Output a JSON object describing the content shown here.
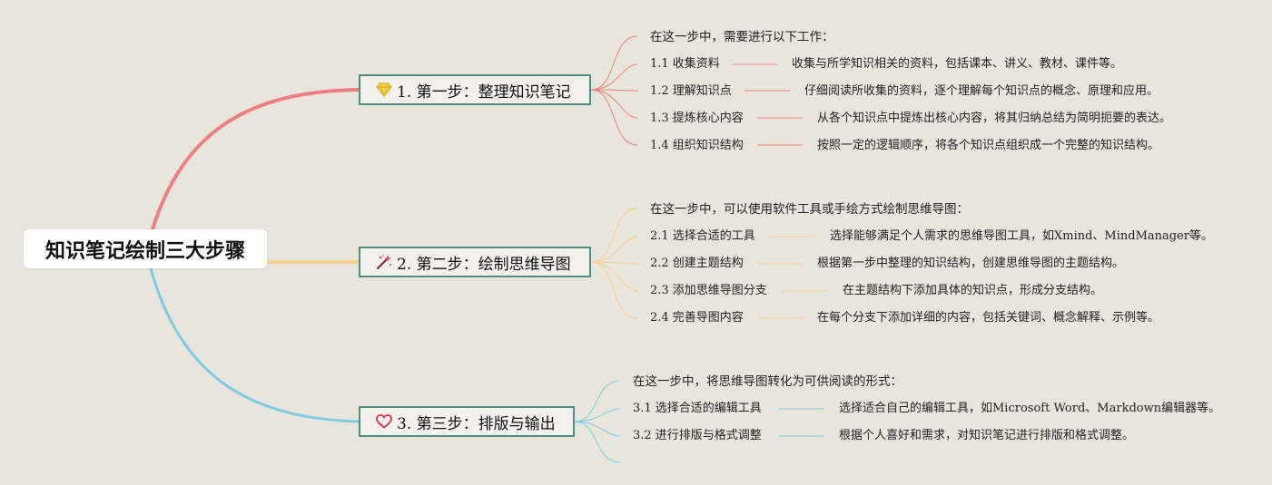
{
  "root": {
    "title": "知识笔记绘制三大步骤"
  },
  "branches": [
    {
      "label": "1. 第一步：整理知识笔记",
      "icon": "diamond-icon",
      "color": "#ee7f80",
      "intro": "在这一步中，需要进行以下工作：",
      "items": [
        {
          "title": "1.1 收集资料",
          "desc": "收集与所学知识相关的资料，包括课本、讲义、教材、课件等。"
        },
        {
          "title": "1.2 理解知识点",
          "desc": "仔细阅读所收集的资料，逐个理解每个知识点的概念、原理和应用。"
        },
        {
          "title": "1.3 提炼核心内容",
          "desc": "从各个知识点中提炼出核心内容，将其归纳总结为简明扼要的表达。"
        },
        {
          "title": "1.4 组织知识结构",
          "desc": "按照一定的逻辑顺序，将各个知识点组织成一个完整的知识结构。"
        }
      ]
    },
    {
      "label": "2. 第二步：绘制思维导图",
      "icon": "magic-wand-icon",
      "color": "#f6d28f",
      "intro": "在这一步中，可以使用软件工具或手绘方式绘制思维导图：",
      "items": [
        {
          "title": "2.1 选择合适的工具",
          "desc": "选择能够满足个人需求的思维导图工具，如Xmind、MindManager等。"
        },
        {
          "title": "2.2 创建主题结构",
          "desc": "根据第一步中整理的知识结构，创建思维导图的主题结构。"
        },
        {
          "title": "2.3 添加思维导图分支",
          "desc": "在主题结构下添加具体的知识点，形成分支结构。"
        },
        {
          "title": "2.4 完善导图内容",
          "desc": "在每个分支下添加详细的内容，包括关键词、概念解释、示例等。"
        }
      ]
    },
    {
      "label": "3. 第三步：排版与输出",
      "icon": "heart-icon",
      "color": "#7ecbe0",
      "intro": "在这一步中，将思维导图转化为可供阅读的形式：",
      "items": [
        {
          "title": "3.1 选择合适的编辑工具",
          "desc": "选择适合自己的编辑工具，如Microsoft Word、Markdown编辑器等。"
        },
        {
          "title": "3.2 进行排版与格式调整",
          "desc": "根据个人喜好和需求，对知识笔记进行排版和格式调整。"
        }
      ]
    }
  ]
}
